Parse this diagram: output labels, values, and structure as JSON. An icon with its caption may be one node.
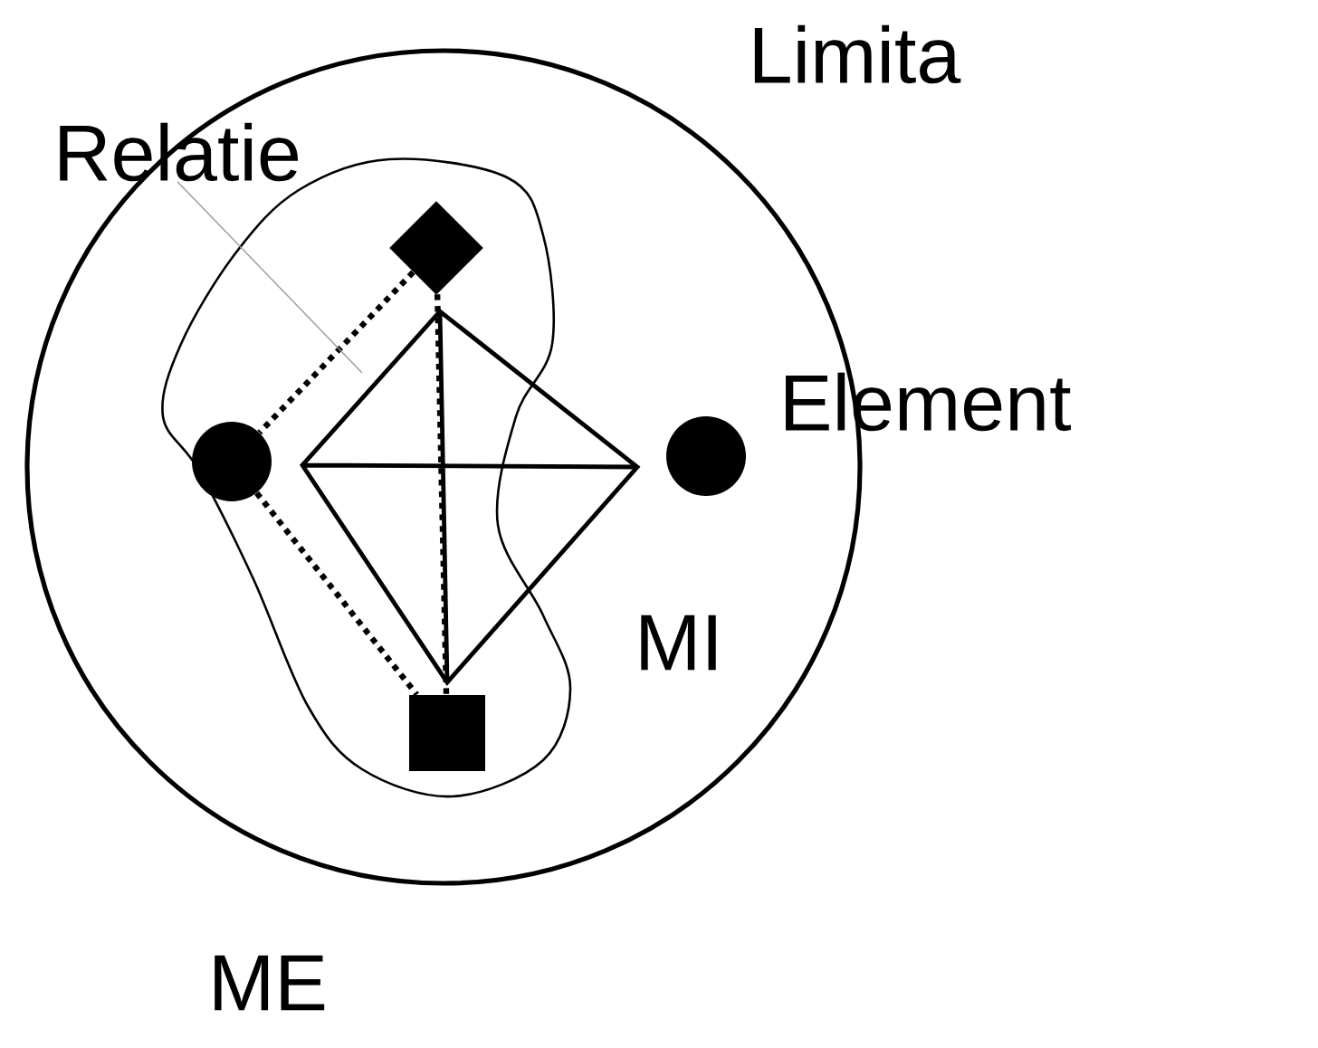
{
  "diagram": {
    "nodes": [
      {
        "text": [
          "Relatie"
        ]
      },
      {
        "text": [],
        "shape": "diamond"
      },
      {
        "text": [],
        "shape": "circle"
      },
      {
        "text": [],
        "shape": "circle",
        "beside": [
          "Element"
        ]
      },
      {
        "text": [],
        "shape": "box"
      }
    ],
    "edges": [
      {
        "from": 1,
        "to": 2,
        "arrow": "none",
        "style": "dashed"
      },
      {
        "from": 1,
        "to": 4,
        "arrow": "none",
        "style": "dashed"
      },
      {
        "from": 2,
        "to": 4,
        "arrow": "none",
        "style": "dashed"
      },
      {
        "from": 0,
        "to": null,
        "arrow": "none",
        "color": "#999999"
      }
    ],
    "labels": [
      "Limita",
      "MI",
      "ME"
    ]
  }
}
